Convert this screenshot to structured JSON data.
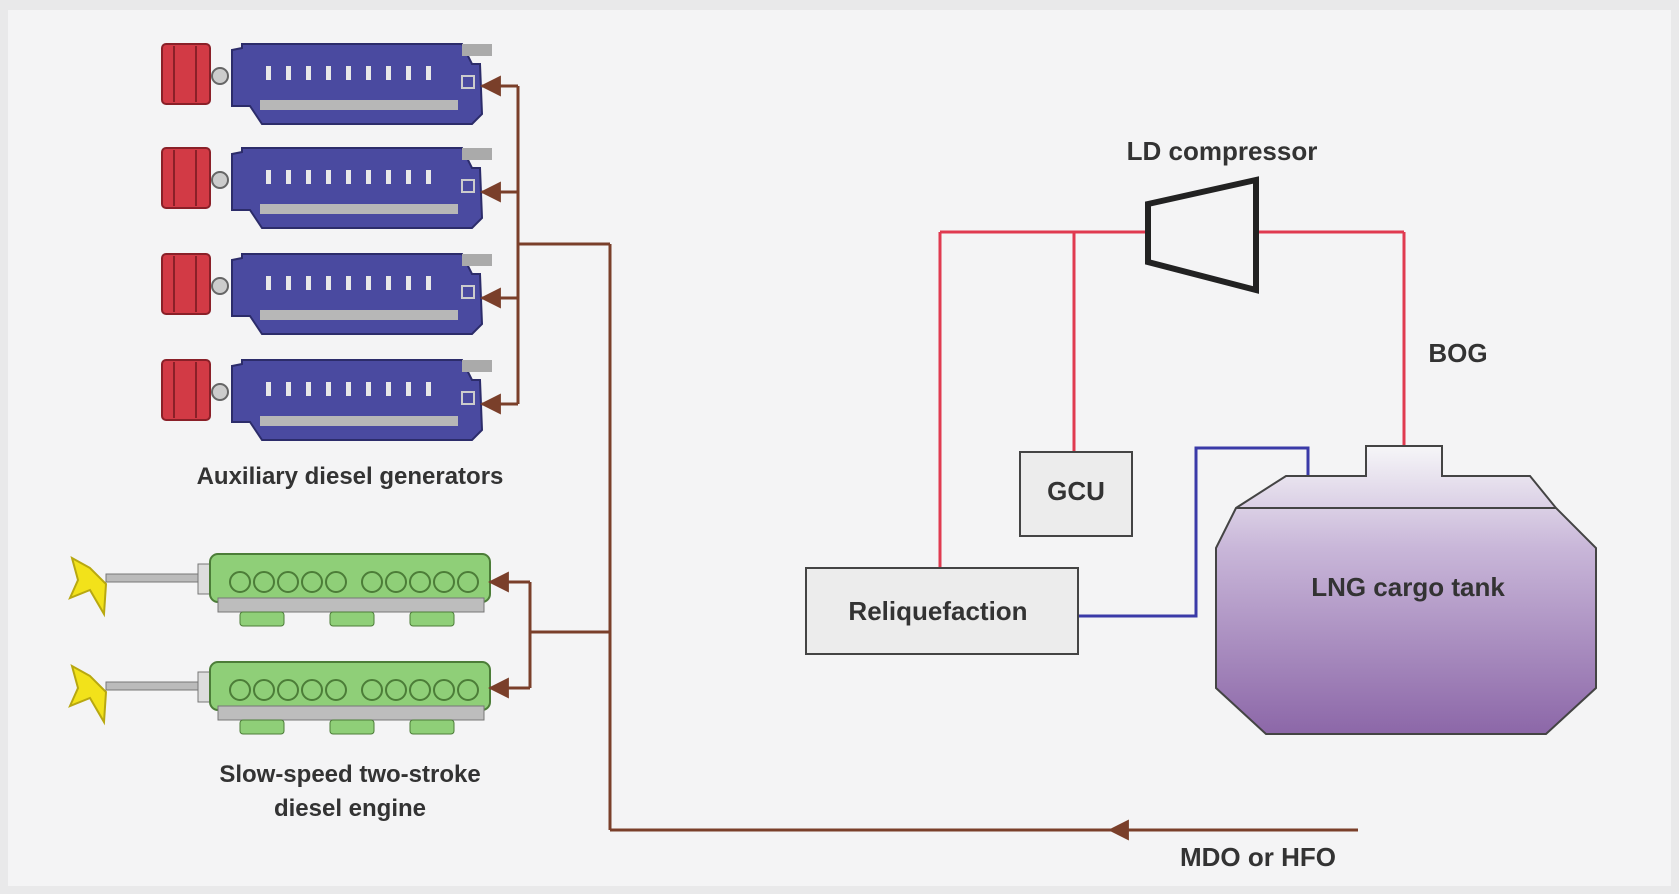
{
  "labels": {
    "aux_generators": "Auxiliary diesel generators",
    "main_engine_line1": "Slow-speed two-stroke",
    "main_engine_line2": "diesel engine",
    "ld_compressor": "LD compressor",
    "bog": "BOG",
    "gcu": "GCU",
    "reliquefaction": "Reliquefaction",
    "lng_tank": "LNG cargo tank",
    "fuel_supply": "MDO or HFO"
  },
  "colors": {
    "fuel_line": "#7a3f2a",
    "gas_line": "#e03a50",
    "return_line": "#3a3aa8",
    "generator_body": "#4a4aa0",
    "generator_end": "#d23a45",
    "engine_body": "#8fcf78",
    "propeller": "#f2e21a",
    "tank_top": "#f6f6f8",
    "tank_bottom": "#8c67a8",
    "box_fill": "#ececec"
  }
}
